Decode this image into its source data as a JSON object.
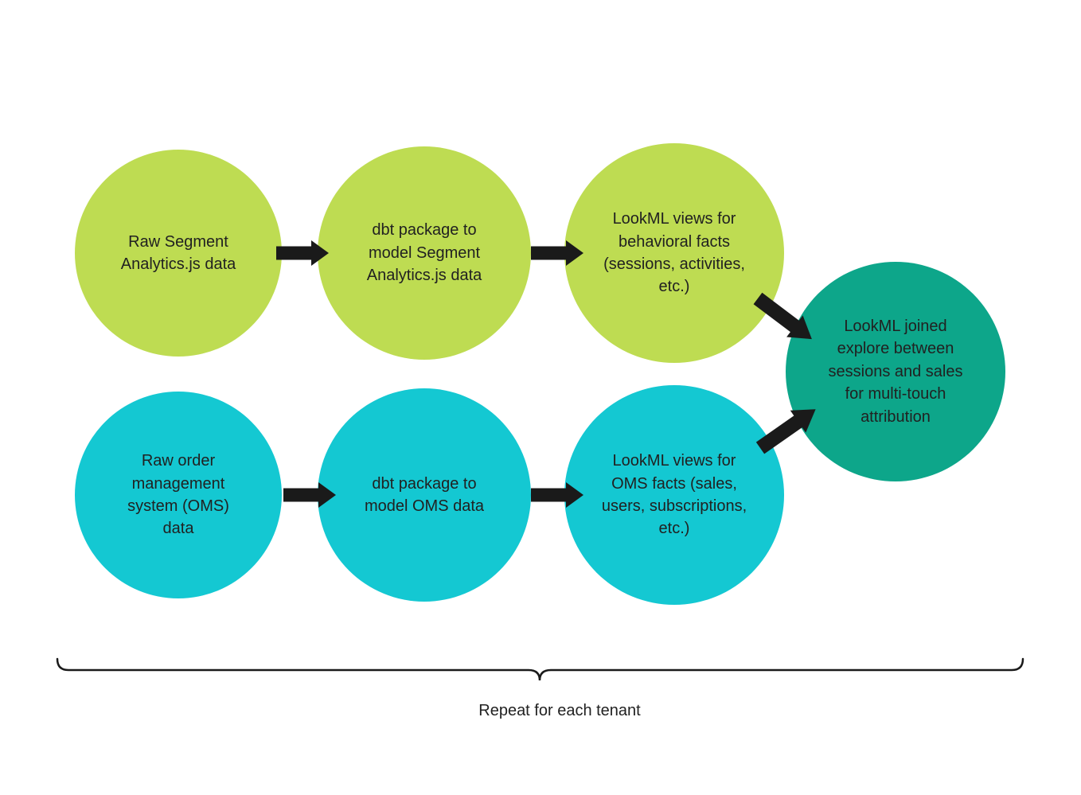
{
  "diagram": {
    "background": "#ffffff",
    "text_color": "#212121",
    "arrow_color": "#1a1a1a",
    "brace_color": "#1a1a1a",
    "top_row": {
      "color": "#bedc52",
      "nodes": [
        {
          "label": "Raw Segment\nAnalytics.js data"
        },
        {
          "label": "dbt package to\nmodel Segment\nAnalytics.js data"
        },
        {
          "label": "LookML views for\nbehavioral facts\n(sessions, activities,\netc.)"
        }
      ]
    },
    "bottom_row": {
      "color": "#14c8d2",
      "nodes": [
        {
          "label": "Raw order\nmanagement\nsystem (OMS)\ndata"
        },
        {
          "label": "dbt package to\nmodel OMS data"
        },
        {
          "label": "LookML views for\nOMS facts (sales,\nusers, subscriptions,\netc.)"
        }
      ]
    },
    "merge_node": {
      "color": "#0da68a",
      "label": "LookML joined\nexplore between\nsessions and sales\nfor multi-touch\nattribution"
    },
    "caption": "Repeat for each tenant"
  }
}
